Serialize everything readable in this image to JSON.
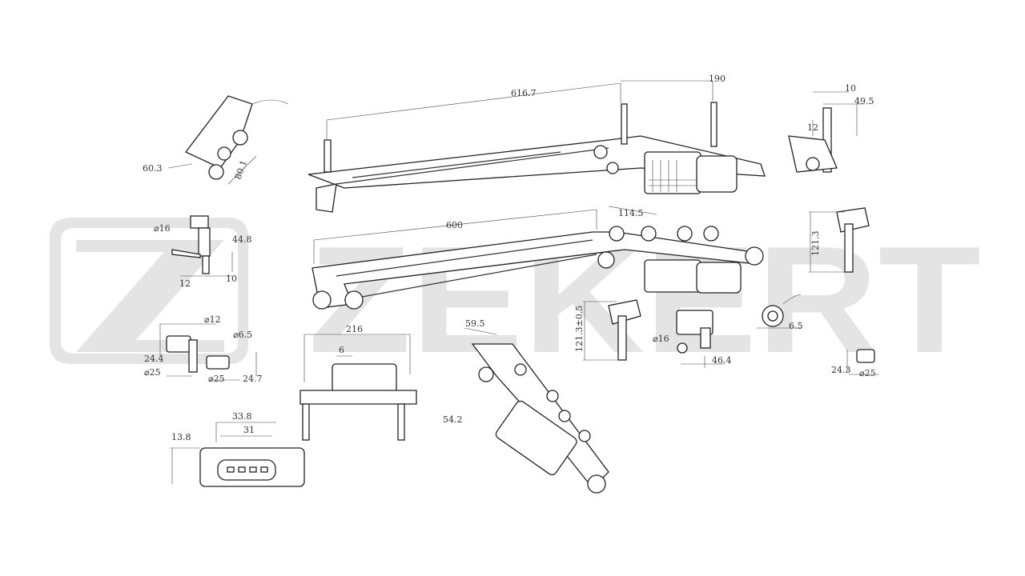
{
  "watermark": {
    "brand": "ZEKERT",
    "color": "#e4e4e4"
  },
  "dimensions": {
    "d616_7": "616.7",
    "d190": "190",
    "d10_top": "10",
    "d49_5": "49.5",
    "d12_top": "12",
    "d60_3": "60.3",
    "d80_1": "80.1",
    "d600": "600",
    "d114_5": "114.5",
    "d121_3": "121.3",
    "d16_left": "⌀16",
    "d44_8": "44.8",
    "d10_left": "10",
    "d12_left": "12",
    "d12_dia": "⌀12",
    "d6_5_dia": "⌀6.5",
    "d24_4": "24.4",
    "d25_left": "⌀25",
    "d25_mid": "⌀25",
    "d24_7": "24.7",
    "d216": "216",
    "d6": "6",
    "d59_5": "59.5",
    "d54_2": "54.2",
    "d121_3_tol": "121.3±0.5",
    "d16_mid": "⌀16",
    "d46_4": "46.4",
    "d6_5": "6.5",
    "d24_3": "24.3",
    "d25_right": "⌀25",
    "d33_8": "33.8",
    "d31": "31",
    "d13_8": "13.8"
  }
}
